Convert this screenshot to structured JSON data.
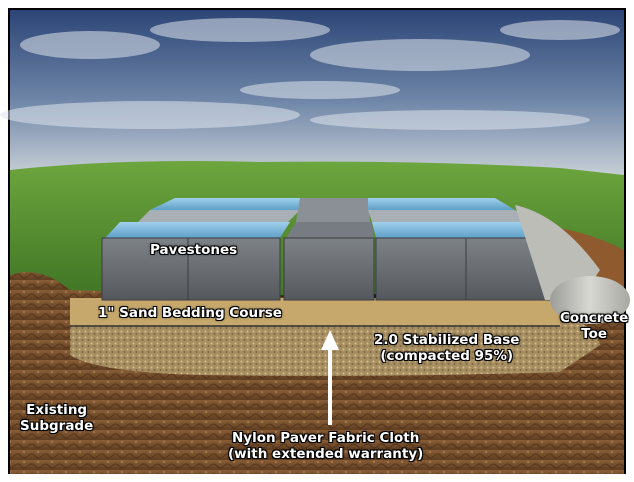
{
  "diagram": {
    "labels": {
      "pavestones": "Pavestones",
      "sand_bedding": "1\" Sand Bedding Course",
      "stabilized_base_line1": "2.0 Stabilized Base",
      "stabilized_base_line2": "(compacted 95%)",
      "concrete_toe_line1": "Concrete",
      "concrete_toe_line2": "Toe",
      "existing_subgrade_line1": "Existing",
      "existing_subgrade_line2": "Subgrade",
      "fabric_line1": "Nylon Paver Fabric Cloth",
      "fabric_line2": "(with extended warranty)"
    },
    "colors": {
      "sky_top": "#2f4a7a",
      "sky_bottom": "#b9c6d6",
      "grass": "#4f8a2f",
      "soil": "#7a5230",
      "gravel": "#b39a6a",
      "sand": "#c9ab6e",
      "paver": "#6f7479",
      "paver_top": "#7fb6d8",
      "concrete": "#b8b8b4"
    }
  }
}
